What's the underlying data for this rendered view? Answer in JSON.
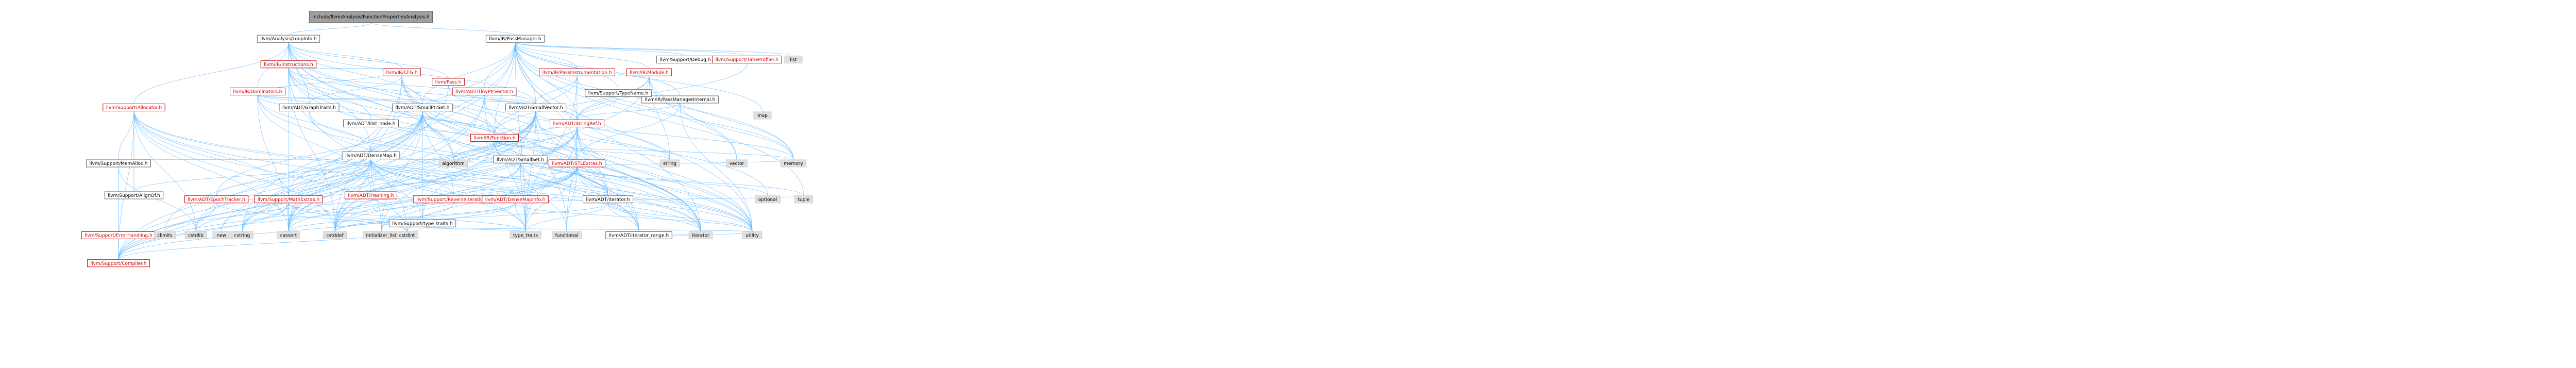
{
  "colors": {
    "root_fill": "#a0a0a0",
    "root_stroke": "#666666",
    "normal_fill": "#ffffff",
    "normal_stroke": "#666666",
    "normal_text": "#000000",
    "red_text": "#cc0000",
    "red_stroke": "#cc0000",
    "system_stroke": "#cccccc",
    "system_fill": "#e0e0e0",
    "edge": "#63b8ff"
  },
  "nodes": [
    {
      "id": "root",
      "label": "include/llvm/Analysis/FunctionPropertiesAnalysis.h",
      "kind": "root"
    },
    {
      "id": "ala",
      "label": "llvm/Analysis/LoopInfo.h",
      "kind": "normal"
    },
    {
      "id": "pm",
      "label": "llvm/IR/PassManager.h",
      "kind": "normal"
    },
    {
      "id": "dh",
      "label": "llvm/IR/Instructions.h",
      "kind": "red"
    },
    {
      "id": "cfg",
      "label": "llvm/IR/CFG.h",
      "kind": "red"
    },
    {
      "id": "pass",
      "label": "llvm/Pass.h",
      "kind": "red"
    },
    {
      "id": "pim",
      "label": "llvm/IR/PassInstrumentation.h",
      "kind": "red"
    },
    {
      "id": "mod",
      "label": "llvm/IR/Module.h",
      "kind": "red"
    },
    {
      "id": "sdbg",
      "label": "llvm/Support/Debug.h",
      "kind": "normal"
    },
    {
      "id": "stp",
      "label": "llvm/Support/TimeProfiler.h",
      "kind": "red"
    },
    {
      "id": "list",
      "label": "list",
      "kind": "system"
    },
    {
      "id": "alloc",
      "label": "llvm/Support/Allocator.h",
      "kind": "red"
    },
    {
      "id": "gt",
      "label": "llvm/ADT/GraphTraits.h",
      "kind": "normal"
    },
    {
      "id": "sptrs",
      "label": "llvm/ADT/SmallPtrSet.h",
      "kind": "normal"
    },
    {
      "id": "svec",
      "label": "llvm/ADT/SmallVector.h",
      "kind": "normal"
    },
    {
      "id": "pmi",
      "label": "llvm/IR/PassManagerInternal.h",
      "kind": "normal"
    },
    {
      "id": "tpi",
      "label": "llvm/ADT/TinyPtrVector.h",
      "kind": "red"
    },
    {
      "id": "typename",
      "label": "llvm/Support/TypeName.h",
      "kind": "normal"
    },
    {
      "id": "sref",
      "label": "llvm/ADT/StringRef.h",
      "kind": "red"
    },
    {
      "id": "ilist",
      "label": "llvm/ADT/ilist_node.h",
      "kind": "normal"
    },
    {
      "id": "smap",
      "label": "llvm/ADT/DenseMap.h",
      "kind": "normal"
    },
    {
      "id": "func",
      "label": "llvm/IR/Function.h",
      "kind": "red"
    },
    {
      "id": "dominators",
      "label": "llvm/IR/Dominators.h",
      "kind": "red"
    },
    {
      "id": "ntt",
      "label": "llvm/ADT/STLExtras.h",
      "kind": "red"
    },
    {
      "id": "amem",
      "label": "llvm/Support/MemAlloc.h",
      "kind": "normal"
    },
    {
      "id": "sset",
      "label": "llvm/ADT/SmallSet.h",
      "kind": "normal"
    },
    {
      "id": "hash",
      "label": "llvm/ADT/Hashing.h",
      "kind": "red"
    },
    {
      "id": "iter",
      "label": "llvm/ADT/iterator.h",
      "kind": "normal"
    },
    {
      "id": "epoch",
      "label": "llvm/ADT/EpochTracker.h",
      "kind": "red"
    },
    {
      "id": "alignof",
      "label": "llvm/Support/AlignOf.h",
      "kind": "normal"
    },
    {
      "id": "mathx",
      "label": "llvm/Support/MathExtras.h",
      "kind": "red"
    },
    {
      "id": "reverse",
      "label": "llvm/Support/ReverseIteration.h",
      "kind": "red"
    },
    {
      "id": "dminfo",
      "label": "llvm/ADT/DenseMapInfo.h",
      "kind": "red"
    },
    {
      "id": "ttraits",
      "label": "llvm/Support/type_traits.h",
      "kind": "normal"
    },
    {
      "id": "irange",
      "label": "llvm/ADT/iterator_range.h",
      "kind": "normal"
    },
    {
      "id": "errh",
      "label": "llvm/Support/ErrorHandling.h",
      "kind": "red"
    },
    {
      "id": "compiler",
      "label": "llvm/Support/Compiler.h",
      "kind": "red"
    },
    {
      "id": "cstdlib",
      "label": "cstdlib",
      "kind": "system"
    },
    {
      "id": "cstring",
      "label": "cstring",
      "kind": "system"
    },
    {
      "id": "cassert",
      "label": "cassert",
      "kind": "system"
    },
    {
      "id": "cstddef",
      "label": "cstddef",
      "kind": "system"
    },
    {
      "id": "iterator",
      "label": "iterator",
      "kind": "system"
    },
    {
      "id": "utility",
      "label": "utility",
      "kind": "system"
    },
    {
      "id": "initlist",
      "label": "initializer_list",
      "kind": "system"
    },
    {
      "id": "memory",
      "label": "memory",
      "kind": "system"
    },
    {
      "id": "algorithm",
      "label": "algorithm",
      "kind": "system"
    },
    {
      "id": "type_traits",
      "label": "type_traits",
      "kind": "system"
    },
    {
      "id": "functional",
      "label": "functional",
      "kind": "system"
    },
    {
      "id": "tuple",
      "label": "tuple",
      "kind": "system"
    },
    {
      "id": "optional",
      "label": "optional",
      "kind": "system"
    },
    {
      "id": "climits",
      "label": "climits",
      "kind": "system"
    },
    {
      "id": "cstdint",
      "label": "cstdint",
      "kind": "system"
    },
    {
      "id": "new",
      "label": "new",
      "kind": "system"
    },
    {
      "id": "vector",
      "label": "vector",
      "kind": "system"
    },
    {
      "id": "string",
      "label": "string",
      "kind": "system"
    },
    {
      "id": "map",
      "label": "map",
      "kind": "system"
    }
  ],
  "edges": [
    [
      "root",
      "ala"
    ],
    [
      "root",
      "pm"
    ],
    [
      "ala",
      "dh"
    ],
    [
      "ala",
      "cfg"
    ],
    [
      "ala",
      "pass"
    ],
    [
      "ala",
      "alloc"
    ],
    [
      "ala",
      "gt"
    ],
    [
      "ala",
      "sptrs"
    ],
    [
      "ala",
      "svec"
    ],
    [
      "ala",
      "smap"
    ],
    [
      "ala",
      "sset"
    ],
    [
      "ala",
      "dominators"
    ],
    [
      "ala",
      "ntt"
    ],
    [
      "ala",
      "cassert"
    ],
    [
      "ala",
      "algorithm"
    ],
    [
      "ala",
      "utility"
    ],
    [
      "pm",
      "pim"
    ],
    [
      "pm",
      "mod"
    ],
    [
      "pm",
      "sdbg"
    ],
    [
      "pm",
      "stp"
    ],
    [
      "pm",
      "list"
    ],
    [
      "pm",
      "pmi"
    ],
    [
      "pm",
      "typename"
    ],
    [
      "pm",
      "tpi"
    ],
    [
      "pm",
      "sref"
    ],
    [
      "pm",
      "func"
    ],
    [
      "pm",
      "ntt"
    ],
    [
      "pm",
      "smap"
    ],
    [
      "pm",
      "svec"
    ],
    [
      "pm",
      "sptrs"
    ],
    [
      "pm",
      "memory"
    ],
    [
      "pm",
      "vector"
    ],
    [
      "pm",
      "map"
    ],
    [
      "pm",
      "tuple"
    ],
    [
      "pm",
      "utility"
    ],
    [
      "pm",
      "type_traits"
    ],
    [
      "pm",
      "cstring"
    ],
    [
      "pm",
      "iterator"
    ],
    [
      "pm",
      "cassert"
    ],
    [
      "dh",
      "cfg"
    ],
    [
      "dh",
      "func"
    ],
    [
      "dh",
      "iter"
    ],
    [
      "dh",
      "ilist"
    ],
    [
      "dh",
      "svec"
    ],
    [
      "dh",
      "sref"
    ],
    [
      "dh",
      "cstddef"
    ],
    [
      "dh",
      "cstdint"
    ],
    [
      "dh",
      "iterator"
    ],
    [
      "dh",
      "optional"
    ],
    [
      "cfg",
      "gt"
    ],
    [
      "cfg",
      "iter"
    ],
    [
      "cfg",
      "irange"
    ],
    [
      "cfg",
      "func"
    ],
    [
      "cfg",
      "cassert"
    ],
    [
      "cfg",
      "cstddef"
    ],
    [
      "cfg",
      "iterator"
    ],
    [
      "pass",
      "sref"
    ],
    [
      "pass",
      "string"
    ],
    [
      "pass",
      "cassert"
    ],
    [
      "pim",
      "func"
    ],
    [
      "pim",
      "svec"
    ],
    [
      "pim",
      "sref"
    ],
    [
      "pim",
      "memory"
    ],
    [
      "pim",
      "type_traits"
    ],
    [
      "mod",
      "func"
    ],
    [
      "mod",
      "sref"
    ],
    [
      "mod",
      "string"
    ],
    [
      "mod",
      "vector"
    ],
    [
      "mod",
      "memory"
    ],
    [
      "mod",
      "cstddef"
    ],
    [
      "stp",
      "sref"
    ],
    [
      "alloc",
      "amem"
    ],
    [
      "alloc",
      "alignof"
    ],
    [
      "alloc",
      "mathx"
    ],
    [
      "alloc",
      "compiler"
    ],
    [
      "alloc",
      "cassert"
    ],
    [
      "alloc",
      "cstddef"
    ],
    [
      "alloc",
      "cstdint"
    ],
    [
      "alloc",
      "cstdlib"
    ],
    [
      "alloc",
      "iterator"
    ],
    [
      "alloc",
      "type_traits"
    ],
    [
      "alloc",
      "utility"
    ],
    [
      "gt",
      "iter"
    ],
    [
      "gt",
      "irange"
    ],
    [
      "sptrs",
      "epoch"
    ],
    [
      "sptrs",
      "reverse"
    ],
    [
      "sptrs",
      "compiler"
    ],
    [
      "sptrs",
      "ttraits"
    ],
    [
      "sptrs",
      "mathx"
    ],
    [
      "sptrs",
      "cassert"
    ],
    [
      "sptrs",
      "climits"
    ],
    [
      "sptrs",
      "cstddef"
    ],
    [
      "sptrs",
      "cstdlib"
    ],
    [
      "sptrs",
      "cstring"
    ],
    [
      "sptrs",
      "initlist"
    ],
    [
      "sptrs",
      "iterator"
    ],
    [
      "sptrs",
      "utility"
    ],
    [
      "sptrs",
      "algorithm"
    ],
    [
      "svec",
      "compiler"
    ],
    [
      "svec",
      "ttraits"
    ],
    [
      "svec",
      "algorithm"
    ],
    [
      "svec",
      "cassert"
    ],
    [
      "svec",
      "cstddef"
    ],
    [
      "svec",
      "cstdlib"
    ],
    [
      "svec",
      "cstring"
    ],
    [
      "svec",
      "functional"
    ],
    [
      "svec",
      "initlist"
    ],
    [
      "svec",
      "iterator"
    ],
    [
      "svec",
      "limits"
    ],
    [
      "svec",
      "memory"
    ],
    [
      "svec",
      "new"
    ],
    [
      "svec",
      "type_traits"
    ],
    [
      "svec",
      "utility"
    ],
    [
      "pmi",
      "sref"
    ],
    [
      "pmi",
      "ntt"
    ],
    [
      "pmi",
      "memory"
    ],
    [
      "pmi",
      "utility"
    ],
    [
      "tpi",
      "svec"
    ],
    [
      "tpi",
      "cassert"
    ],
    [
      "tpi",
      "cstddef"
    ],
    [
      "tpi",
      "iterator"
    ],
    [
      "tpi",
      "type_traits"
    ],
    [
      "typename",
      "sref"
    ],
    [
      "sref",
      "ntt"
    ],
    [
      "sref",
      "iter"
    ],
    [
      "sref",
      "irange"
    ],
    [
      "sref",
      "compiler"
    ],
    [
      "sref",
      "algorithm"
    ],
    [
      "sref",
      "cassert"
    ],
    [
      "sref",
      "cstddef"
    ],
    [
      "sref",
      "cstring"
    ],
    [
      "sref",
      "functional"
    ],
    [
      "sref",
      "iterator"
    ],
    [
      "sref",
      "string"
    ],
    [
      "sref",
      "type_traits"
    ],
    [
      "sref",
      "utility"
    ],
    [
      "smap",
      "dminfo"
    ],
    [
      "smap",
      "epoch"
    ],
    [
      "smap",
      "alignof"
    ],
    [
      "smap",
      "compiler"
    ],
    [
      "smap",
      "mathx"
    ],
    [
      "smap",
      "amem"
    ],
    [
      "smap",
      "reverse"
    ],
    [
      "smap",
      "ttraits"
    ],
    [
      "smap",
      "algorithm"
    ],
    [
      "smap",
      "cassert"
    ],
    [
      "smap",
      "cstddef"
    ],
    [
      "smap",
      "cstring"
    ],
    [
      "smap",
      "initlist"
    ],
    [
      "smap",
      "iterator"
    ],
    [
      "smap",
      "new"
    ],
    [
      "smap",
      "type_traits"
    ],
    [
      "smap",
      "utility"
    ],
    [
      "func",
      "ilist"
    ],
    [
      "func",
      "irange"
    ],
    [
      "func",
      "sref"
    ],
    [
      "func",
      "string"
    ],
    [
      "func",
      "memory"
    ],
    [
      "func",
      "cstddef"
    ],
    [
      "dominators",
      "gt"
    ],
    [
      "dominators",
      "sptrs"
    ],
    [
      "dominators",
      "svec"
    ],
    [
      "dominators",
      "smap"
    ],
    [
      "dominators",
      "cfg"
    ],
    [
      "dominators",
      "func"
    ],
    [
      "dominators",
      "hash"
    ],
    [
      "dominators",
      "cassert"
    ],
    [
      "dominators",
      "utility"
    ],
    [
      "ntt",
      "hash"
    ],
    [
      "ntt",
      "iter"
    ],
    [
      "ntt",
      "irange"
    ],
    [
      "ntt",
      "compiler"
    ],
    [
      "ntt",
      "algorithm"
    ],
    [
      "ntt",
      "cassert"
    ],
    [
      "ntt",
      "cstddef"
    ],
    [
      "ntt",
      "cstdint"
    ],
    [
      "ntt",
      "cstdlib"
    ],
    [
      "ntt",
      "functional"
    ],
    [
      "ntt",
      "initlist"
    ],
    [
      "ntt",
      "iterator"
    ],
    [
      "ntt",
      "limits"
    ],
    [
      "ntt",
      "memory"
    ],
    [
      "ntt",
      "optional"
    ],
    [
      "ntt",
      "tuple"
    ],
    [
      "ntt",
      "type_traits"
    ],
    [
      "ntt",
      "utility"
    ],
    [
      "amem",
      "compiler"
    ],
    [
      "amem",
      "errh"
    ],
    [
      "amem",
      "cstdlib"
    ],
    [
      "sset",
      "svec"
    ],
    [
      "sset",
      "sptrs"
    ],
    [
      "sset",
      "ntt"
    ],
    [
      "sset",
      "iter"
    ],
    [
      "sset",
      "compiler"
    ],
    [
      "sset",
      "type_traits"
    ],
    [
      "sset",
      "cstddef"
    ],
    [
      "sset",
      "functional"
    ],
    [
      "sset",
      "initlist"
    ],
    [
      "sset",
      "set"
    ],
    [
      "sset",
      "utility"
    ],
    [
      "iter",
      "irange"
    ],
    [
      "iter",
      "cstddef"
    ],
    [
      "iter",
      "iterator"
    ],
    [
      "iter",
      "type_traits"
    ],
    [
      "iter",
      "utility"
    ],
    [
      "irange",
      "iterator"
    ],
    [
      "irange",
      "utility"
    ],
    [
      "epoch",
      "compiler"
    ],
    [
      "epoch",
      "cstdint"
    ],
    [
      "mathx",
      "compiler"
    ],
    [
      "mathx",
      "cassert"
    ],
    [
      "mathx",
      "climits"
    ],
    [
      "mathx",
      "cstdint"
    ],
    [
      "mathx",
      "cstring"
    ],
    [
      "mathx",
      "limits"
    ],
    [
      "mathx",
      "type_traits"
    ],
    [
      "reverse",
      "compiler"
    ],
    [
      "dminfo",
      "cassert"
    ],
    [
      "dminfo",
      "cstddef"
    ],
    [
      "dminfo",
      "cstdint"
    ],
    [
      "dminfo",
      "tuple"
    ],
    [
      "dminfo",
      "type_traits"
    ],
    [
      "dminfo",
      "utility"
    ],
    [
      "ttraits",
      "compiler"
    ],
    [
      "ttraits",
      "type_traits"
    ],
    [
      "ttraits",
      "utility"
    ],
    [
      "errh",
      "compiler"
    ]
  ]
}
